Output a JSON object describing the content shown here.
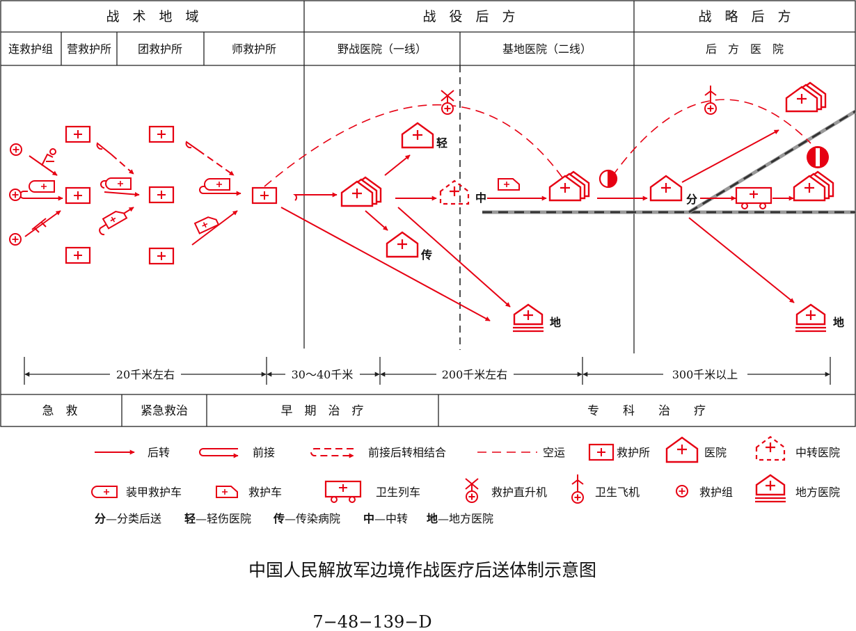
{
  "header": {
    "zones": [
      "战　术　地　域",
      "战　役　后　方",
      "战　略　后　方"
    ],
    "units": [
      "连救护组",
      "营救护所",
      "团救护所",
      "师救护所",
      "野战医院（一线）",
      "基地医院（二线）",
      "后　方　医　院"
    ]
  },
  "map_labels": {
    "qing": "轻",
    "zhong": "中",
    "chuan": "传",
    "di1": "地",
    "fen": "分",
    "di2": "地"
  },
  "distances": [
    "20千米左右",
    "30～40千米",
    "200千米左右",
    "300千米以上"
  ],
  "stages": [
    "急　救",
    "紧急救治",
    "早　期　治　疗",
    "专　　科　　治　　疗"
  ],
  "legend": {
    "houzhuan": "后转",
    "qianjie": "前接",
    "combined": "前接后转相结合",
    "kongyun": "空运",
    "jiuhusuo": "救护所",
    "yiyuan": "医院",
    "zhongzhuan": "中转医院",
    "zhuangjia": "装甲救护车",
    "jiuhuche": "救护车",
    "lieche": "卫生列车",
    "zhishengji": "救护直升机",
    "feiji": "卫生飞机",
    "jiuhuzu": "救护组",
    "difang": "地方医院"
  },
  "abbrev": [
    {
      "key": "分",
      "text": "—分类后送"
    },
    {
      "key": "轻",
      "text": "—轻伤医院"
    },
    {
      "key": "传",
      "text": "—传染病院"
    },
    {
      "key": "中",
      "text": "—中转"
    },
    {
      "key": "地",
      "text": "—地方医院"
    }
  ],
  "title": "中国人民解放军边境作战医疗后送体制示意图",
  "code": "7−48−139−D",
  "colors": {
    "accent": "#e60012",
    "ink": "#222222"
  }
}
